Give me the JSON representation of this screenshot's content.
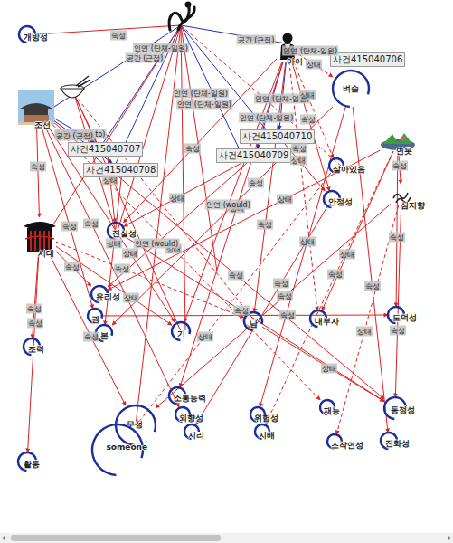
{
  "diagram": {
    "nodes": [
      {
        "text": [
          "개방성"
        ]
      },
      {
        "text": [
          "사건415040706"
        ]
      },
      {
        "text": [
          "아이"
        ]
      },
      {
        "text": [
          "벼슬"
        ]
      },
      {
        "text": [
          "조선"
        ]
      },
      {
        "text": [
          "사건415040707"
        ]
      },
      {
        "text": [
          "사건415040708"
        ]
      },
      {
        "text": [
          "사건415040710"
        ]
      },
      {
        "text": [
          "사건415040709"
        ]
      },
      {
        "text": [
          "연못"
        ]
      },
      {
        "text": [
          "살아있음"
        ]
      },
      {
        "text": [
          "안정성"
        ]
      },
      {
        "text": [
          "심지향"
        ]
      },
      {
        "text": [
          "시대"
        ]
      },
      {
        "text": [
          "진실성"
        ]
      },
      {
        "text": [
          "윤리성"
        ]
      },
      {
        "text": [
          "권"
        ]
      },
      {
        "text": [
          "본"
        ]
      },
      {
        "text": [
          "기"
        ]
      },
      {
        "text": [
          "남"
        ]
      },
      {
        "text": [
          "내부자"
        ]
      },
      {
        "text": [
          "도덕성"
        ]
      },
      {
        "text": [
          "조력"
        ]
      },
      {
        "text": [
          "소통능력"
        ]
      },
      {
        "text": [
          "외향성"
        ]
      },
      {
        "text": [
          "지리"
        ]
      },
      {
        "text": [
          "위험성"
        ]
      },
      {
        "text": [
          "지배"
        ]
      },
      {
        "text": [
          "재능"
        ]
      },
      {
        "text": [
          "동정성"
        ]
      },
      {
        "text": [
          "무성"
        ]
      },
      {
        "text": [
          "조작연성"
        ]
      },
      {
        "text": [
          "진화성"
        ]
      },
      {
        "text": [
          "someone"
        ]
      },
      {
        "text": [
          "활동"
        ]
      }
    ],
    "edges": [
      {
        "from": 2,
        "to": 1,
        "arrow": "to",
        "label": "인연 (단체-일원)"
      },
      {
        "from": 2,
        "to": 3,
        "arrow": "to",
        "label": "상태"
      },
      {
        "from": 2,
        "to": 7,
        "arrow": "to",
        "label": "인연 (단체-일원)"
      },
      {
        "from": 2,
        "to": 8,
        "arrow": "to",
        "label": "인연 (단체-일원)"
      },
      {
        "from": 2,
        "to": 10,
        "arrow": "to",
        "label": "상태"
      },
      {
        "from": 2,
        "to": 11,
        "arrow": "to",
        "label": "속성"
      },
      {
        "from": 2,
        "to": 14,
        "arrow": "to",
        "label": "속성"
      },
      {
        "from": 2,
        "to": 19,
        "arrow": "to",
        "label": "속성"
      },
      {
        "from": 2,
        "to": 20,
        "arrow": "to",
        "label": "속성"
      },
      {
        "from": 2,
        "to": 23,
        "arrow": "to",
        "label": "상태"
      },
      {
        "from": 2,
        "to": 18,
        "arrow": "to",
        "label": "인연 (would)"
      },
      {
        "from": 4,
        "to": 5,
        "arrow": "to",
        "label": "업적 (have to)"
      },
      {
        "from": 4,
        "to": 6,
        "arrow": "to",
        "label": "공간 (근접)"
      },
      {
        "from": 4,
        "to": 13,
        "arrow": "to",
        "label": "속성"
      },
      {
        "from": 4,
        "to": 16,
        "arrow": "to",
        "label": "속성"
      },
      {
        "from": 4,
        "to": 18,
        "arrow": "to",
        "label": "상태"
      },
      {
        "from": 4,
        "to": 24,
        "arrow": "to",
        "label": "속성"
      },
      {
        "from": 4,
        "to": 28,
        "arrow": "to",
        "label": "상태"
      },
      {
        "from": 4,
        "to": 29,
        "arrow": "to",
        "label": "속성"
      },
      {
        "from": 13,
        "to": 22,
        "arrow": "to",
        "label": "속성"
      },
      {
        "from": 13,
        "to": 34,
        "arrow": "to",
        "label": "속성"
      },
      {
        "from": 13,
        "to": 15,
        "arrow": "to",
        "label": "속성"
      },
      {
        "from": 13,
        "to": 30,
        "arrow": "to",
        "label": "속성"
      },
      {
        "from": 13,
        "to": 18,
        "arrow": "to",
        "label": "상태"
      },
      {
        "from": 13,
        "to": 19,
        "arrow": "to",
        "label": "속성"
      },
      {
        "from": 9,
        "to": 12,
        "arrow": "to",
        "label": "속성"
      },
      {
        "from": 9,
        "to": 21,
        "arrow": "to",
        "label": "속성"
      },
      {
        "from": 9,
        "to": 20,
        "arrow": "to",
        "label": "상태"
      },
      {
        "from": 9,
        "to": 15,
        "arrow": "to",
        "label": "상태"
      },
      {
        "from": 9,
        "to": 27,
        "arrow": "to",
        "label": "속성"
      },
      {
        "from": 8,
        "to": 14,
        "arrow": "to",
        "label": "상태"
      },
      {
        "from": 8,
        "to": 15,
        "arrow": "to",
        "label": "인연 (would)"
      },
      {
        "from": 7,
        "to": 11,
        "arrow": "to",
        "label": "상태"
      },
      {
        "from": 12,
        "to": 30,
        "arrow": "to",
        "label": "속성"
      },
      {
        "from": 12,
        "to": 31,
        "arrow": "to",
        "label": "상태"
      },
      {
        "from": 12,
        "to": 29,
        "arrow": "to",
        "label": "속성"
      },
      {
        "from": 3,
        "to": 17,
        "arrow": "to",
        "label": "속성"
      },
      {
        "from": 3,
        "to": 26,
        "arrow": "to",
        "label": "상태"
      },
      {
        "from": 3,
        "to": 32,
        "arrow": "to",
        "label": "속성"
      },
      {
        "from": 10,
        "to": 33,
        "arrow": "to",
        "label": "상태"
      },
      {
        "from": 11,
        "to": 25,
        "arrow": "to",
        "label": "속성"
      },
      {
        "from": 14,
        "to": 29,
        "arrow": "to",
        "label": "속성"
      },
      {
        "from": 19,
        "to": 29,
        "arrow": "to",
        "label": "상태"
      },
      {
        "from": 16,
        "to": 21,
        "arrow": "to",
        "label": "속성"
      },
      {
        "from": 5,
        "to": 14,
        "arrow": "to",
        "label": "상태"
      },
      {
        "from": 6,
        "to": 17,
        "arrow": "to",
        "label": "상태"
      }
    ],
    "labels": [
      "속성",
      "인연 (단체-일원)",
      "공간 (근접)",
      "공간 (근접)",
      "인연 (단체-일원)",
      "인연 (단체-일원)"
    ]
  }
}
